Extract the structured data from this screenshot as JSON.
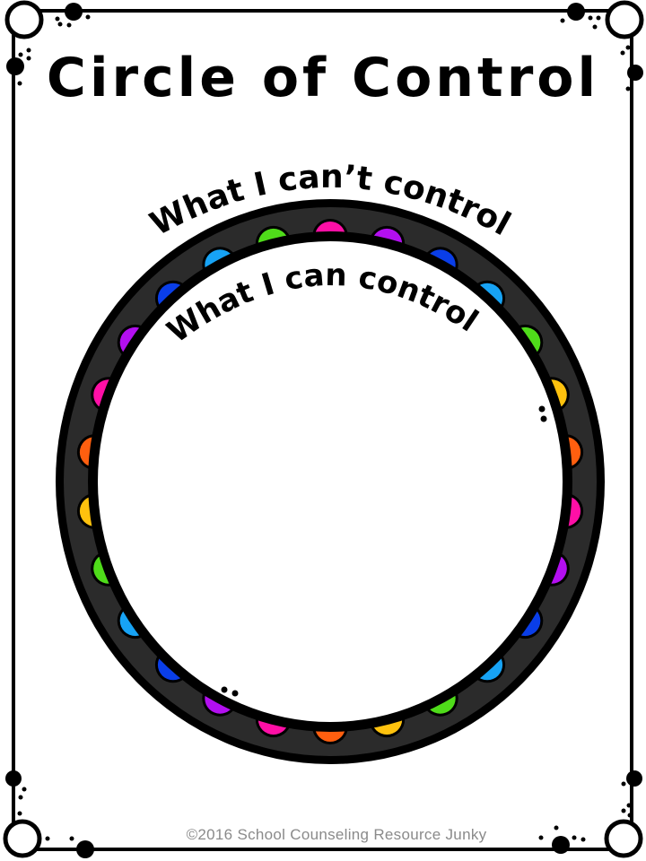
{
  "worksheet": {
    "title": "Circle of Control",
    "outer_label": "What I can’t control",
    "inner_label": "What I can control",
    "footer": "©2016 School Counseling Resource Junky"
  },
  "ring": {
    "scallop_colors": [
      "#ff0fa6",
      "#b30ff0",
      "#0a3ee8",
      "#17a3f5",
      "#4fdc1a",
      "#ffc20e",
      "#ff5f0f"
    ],
    "band_color": "#000000",
    "fill_color": "#2b2b2b"
  },
  "decorations": [
    "corner-circle-top-left",
    "corner-circle-top-right",
    "corner-circle-bottom-left",
    "corner-circle-bottom-right"
  ]
}
